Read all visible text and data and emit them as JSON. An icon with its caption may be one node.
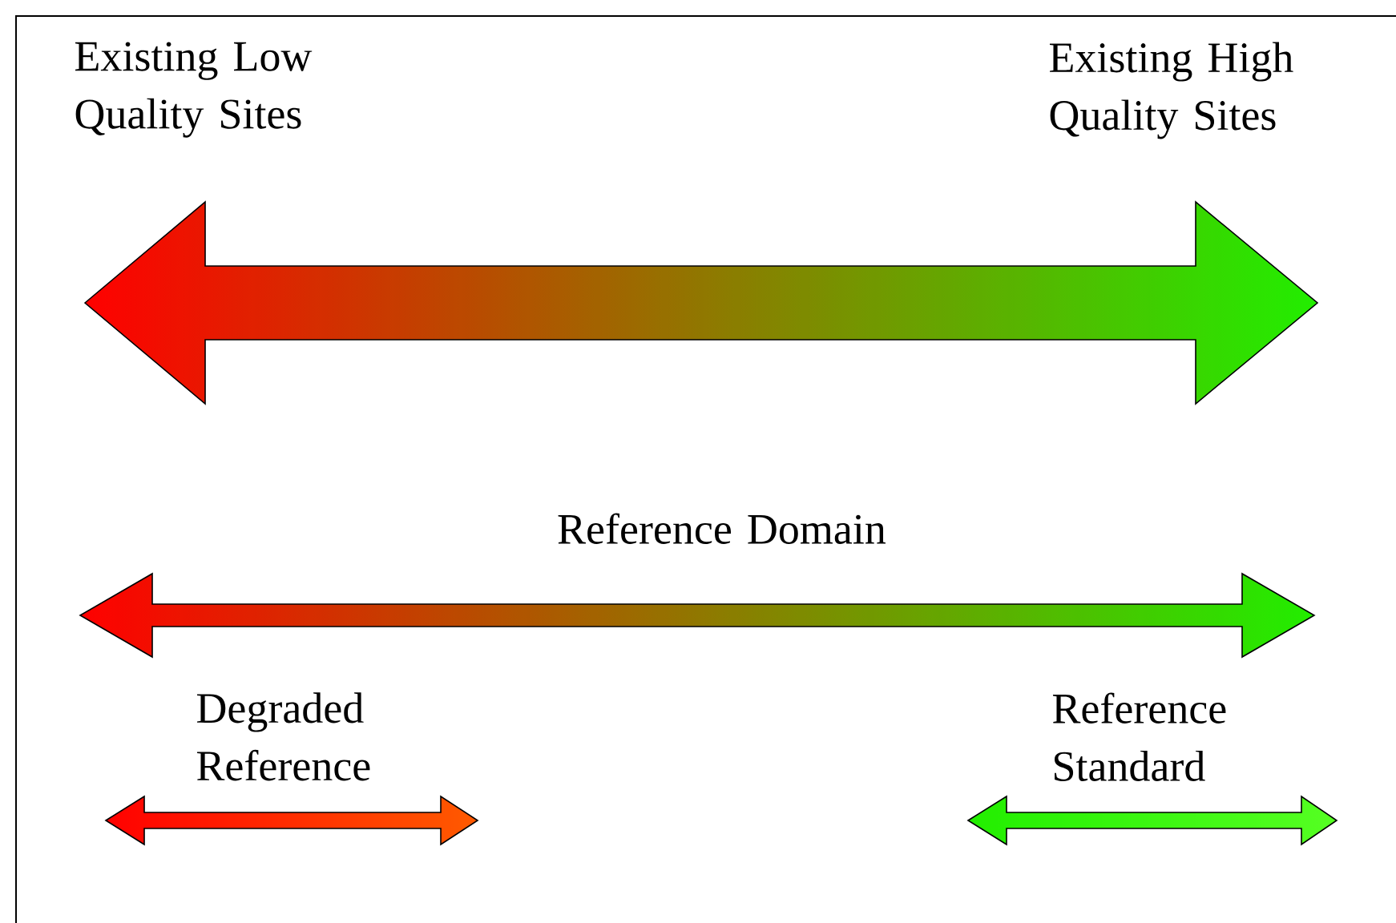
{
  "diagram": {
    "labels": [
      "Existing Low Quality Sites",
      "Existing High Quality Sites",
      "Reference Domain",
      "Degraded Reference",
      "Reference Standard"
    ]
  }
}
